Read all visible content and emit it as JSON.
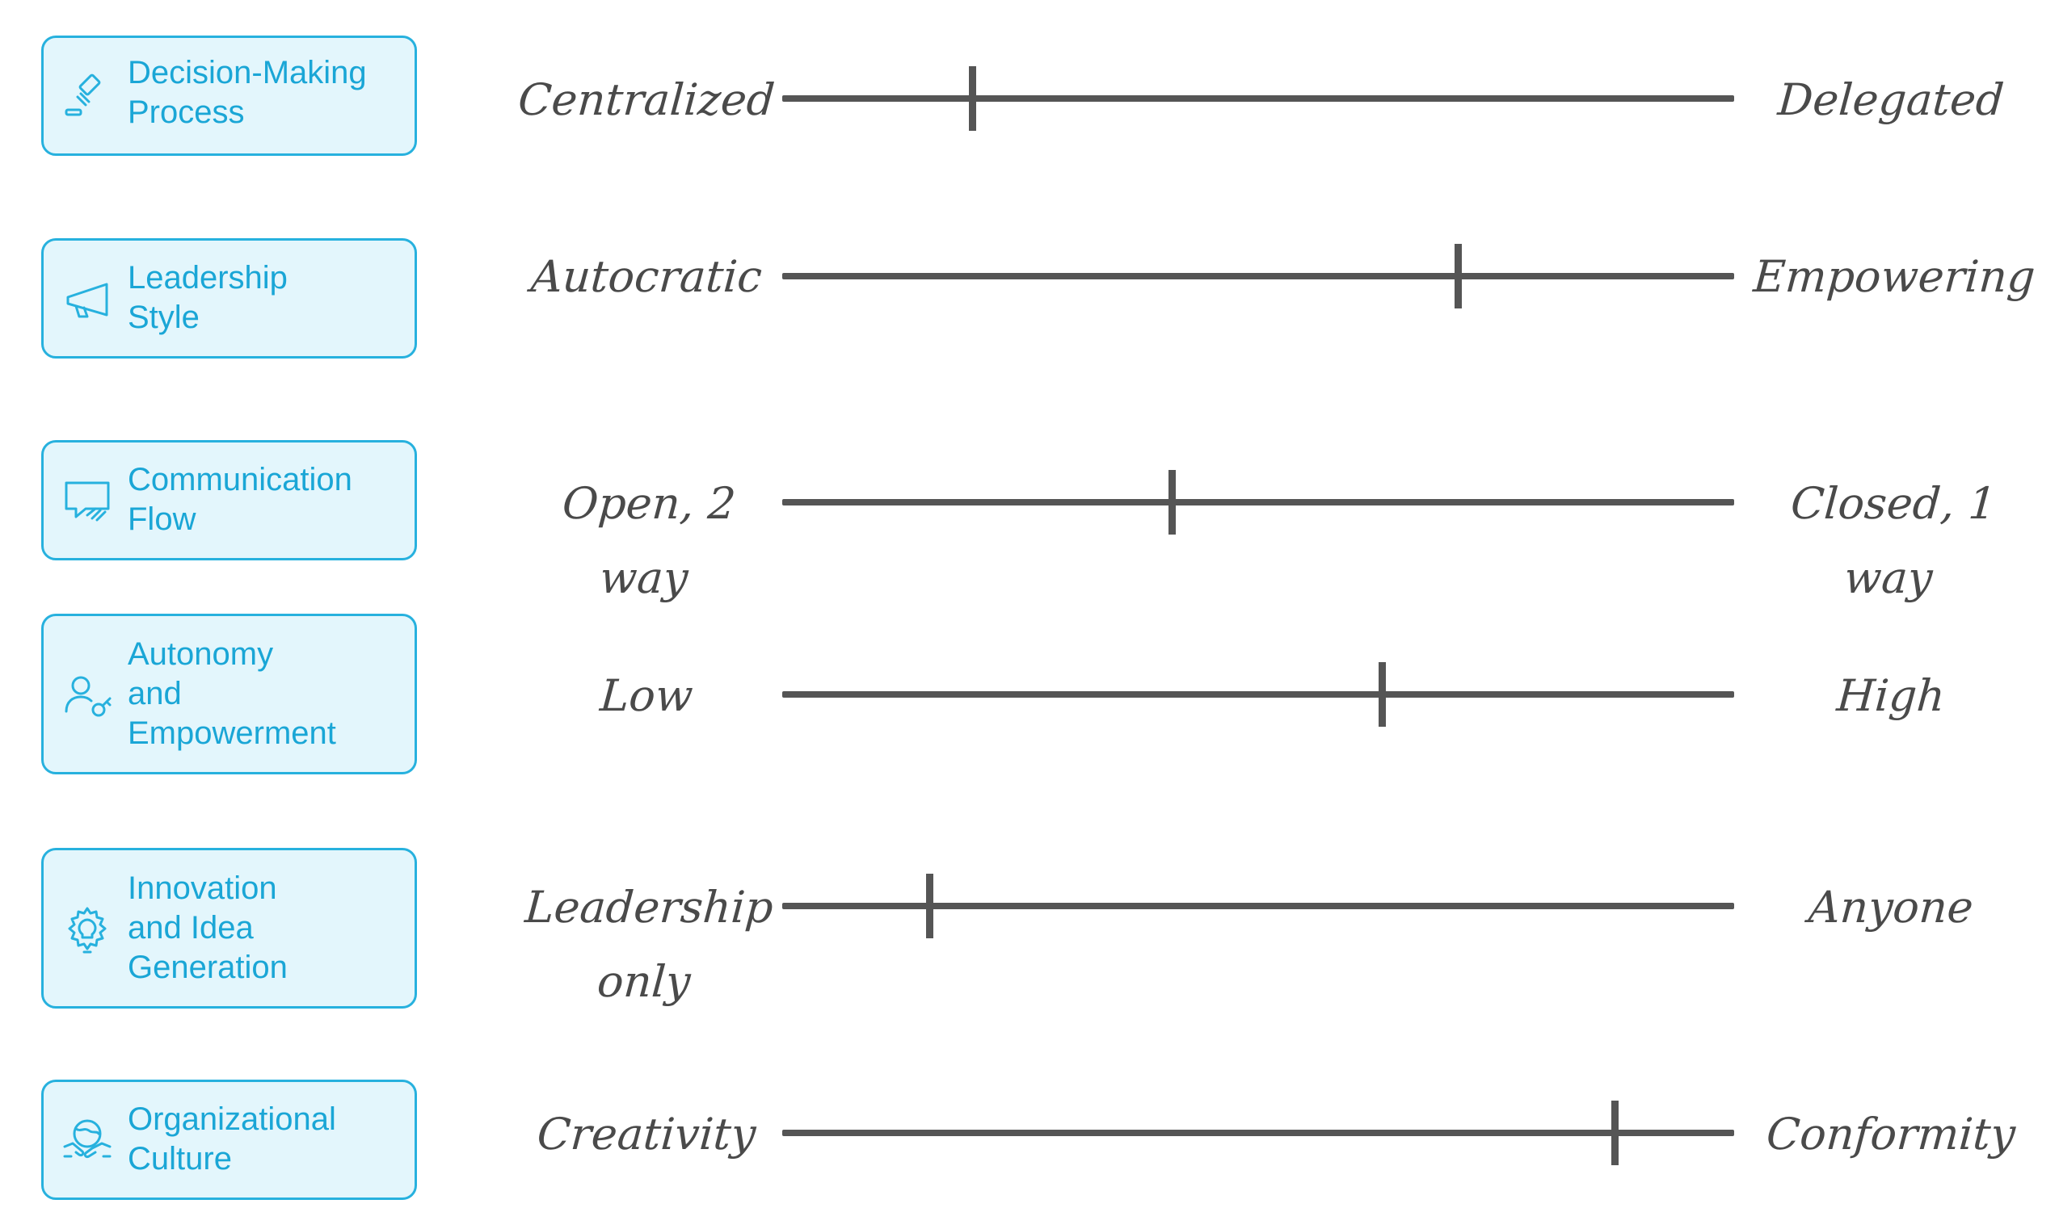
{
  "rows": [
    {
      "category": "Decision-Making\nProcess",
      "icon": "gavel-icon",
      "left_label": "Centralized",
      "right_label": "Delegated",
      "position": 0.2
    },
    {
      "category": "Leadership\nStyle",
      "icon": "megaphone-icon",
      "left_label": "Autocratic",
      "right_label": "Empowering",
      "position": 0.71
    },
    {
      "category": "Communication\nFlow",
      "icon": "chat-bubble-icon",
      "left_label": "Open, 2 way",
      "right_label": "Closed, 1 way",
      "position": 0.41
    },
    {
      "category": "Autonomy\nand\nEmpowerment",
      "icon": "person-key-icon",
      "left_label": "Low",
      "right_label": "High",
      "position": 0.63
    },
    {
      "category": "Innovation\nand Idea\nGeneration",
      "icon": "lightbulb-gear-icon",
      "left_label": "Leadership\nonly",
      "right_label": "Anyone",
      "position": 0.155
    },
    {
      "category": "Organizational\nCulture",
      "icon": "globe-handshake-icon",
      "left_label": "Creativity",
      "right_label": "Conformity",
      "position": 0.875
    }
  ],
  "colors": {
    "card_fill": "#e3f6fc",
    "card_border": "#27b1de",
    "card_text": "#1aa6d6",
    "scale": "#555555",
    "scale_text": "#4a4a4a"
  }
}
